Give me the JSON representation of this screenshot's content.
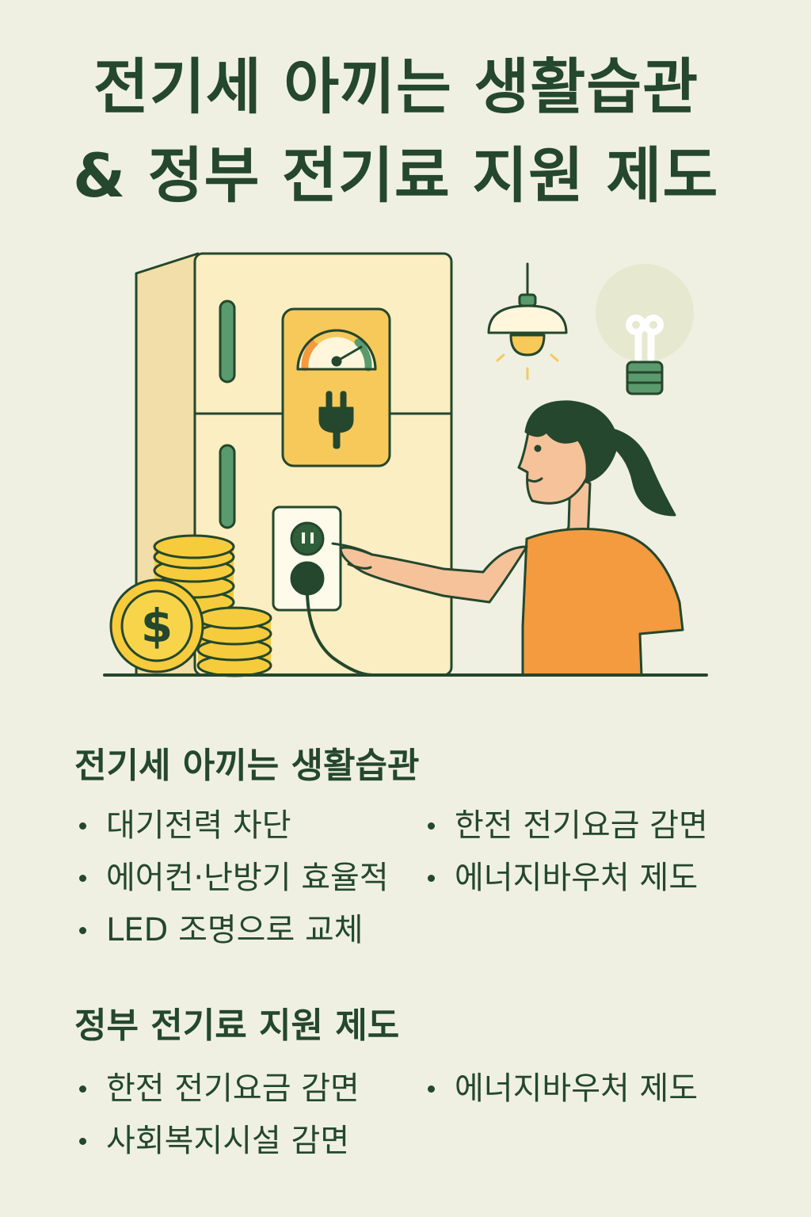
{
  "title": {
    "line1": "전기세 아끼는 생활습관",
    "line2": "& 정부 전기료 지원 제도"
  },
  "illustration": {
    "icons": [
      "refrigerator-icon",
      "power-gauge-icon",
      "plug-icon",
      "wall-outlet-icon",
      "coin-stack-icon",
      "dollar-coin-icon",
      "ceiling-lamp-icon",
      "lightbulb-icon",
      "woman-figure"
    ],
    "colors": {
      "fridge": "#fbeec2",
      "fridge_side": "#f1dea8",
      "panel": "#f6c95a",
      "coin": "#f6cc3c",
      "shirt": "#f39b3e",
      "skin": "#f6c29a",
      "hair": "#24472d",
      "outline": "#24472d",
      "accent_green": "#5a9a6c"
    }
  },
  "habits": {
    "heading": "전기세 아끼는 생활습관",
    "left": [
      "대기전력 차단",
      "에어컨·난방기 효율적",
      "LED 조명으로 교체"
    ],
    "right": [
      "한전 전기요금 감면",
      "에너지바우처 제도"
    ]
  },
  "support": {
    "heading": "정부 전기료 지원 제도",
    "left": [
      "한전 전기요금 감면",
      "사회복지시설 감면"
    ],
    "right": [
      "에너지바우처 제도"
    ]
  },
  "colors": {
    "background": "#eff0e2",
    "text": "#24472d"
  }
}
